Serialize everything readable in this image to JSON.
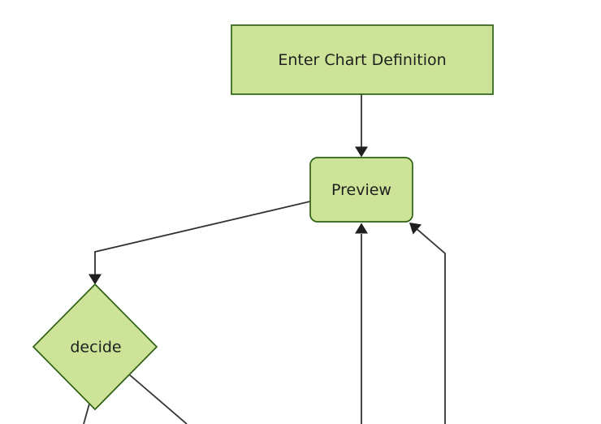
{
  "diagram": {
    "type": "flowchart",
    "direction": "top-down",
    "nodes": [
      {
        "id": "enter-chart-definition",
        "label": "Enter Chart Definition",
        "shape": "rectangle"
      },
      {
        "id": "preview",
        "label": "Preview",
        "shape": "rounded-rectangle"
      },
      {
        "id": "decide",
        "label": "decide",
        "shape": "diamond"
      }
    ],
    "edges": [
      {
        "from": "enter-chart-definition",
        "to": "preview",
        "arrowhead": true
      },
      {
        "from": "preview",
        "to": "decide",
        "arrowhead": true
      },
      {
        "from": "offscreen-bottom-center",
        "to": "preview",
        "arrowhead": true
      },
      {
        "from": "offscreen-bottom-right",
        "to": "preview",
        "arrowhead": true
      },
      {
        "from": "decide",
        "to": "offscreen-bottom-left",
        "arrowhead": false
      },
      {
        "from": "decide",
        "to": "offscreen-bottom-right",
        "arrowhead": false
      }
    ],
    "colors": {
      "node_fill": "#cde498",
      "node_border": "#2f6114",
      "edge_line": "#333333",
      "arrowhead": "#1f1f1f",
      "label_text": "#1f1f1f",
      "background": "#ffffff"
    }
  }
}
